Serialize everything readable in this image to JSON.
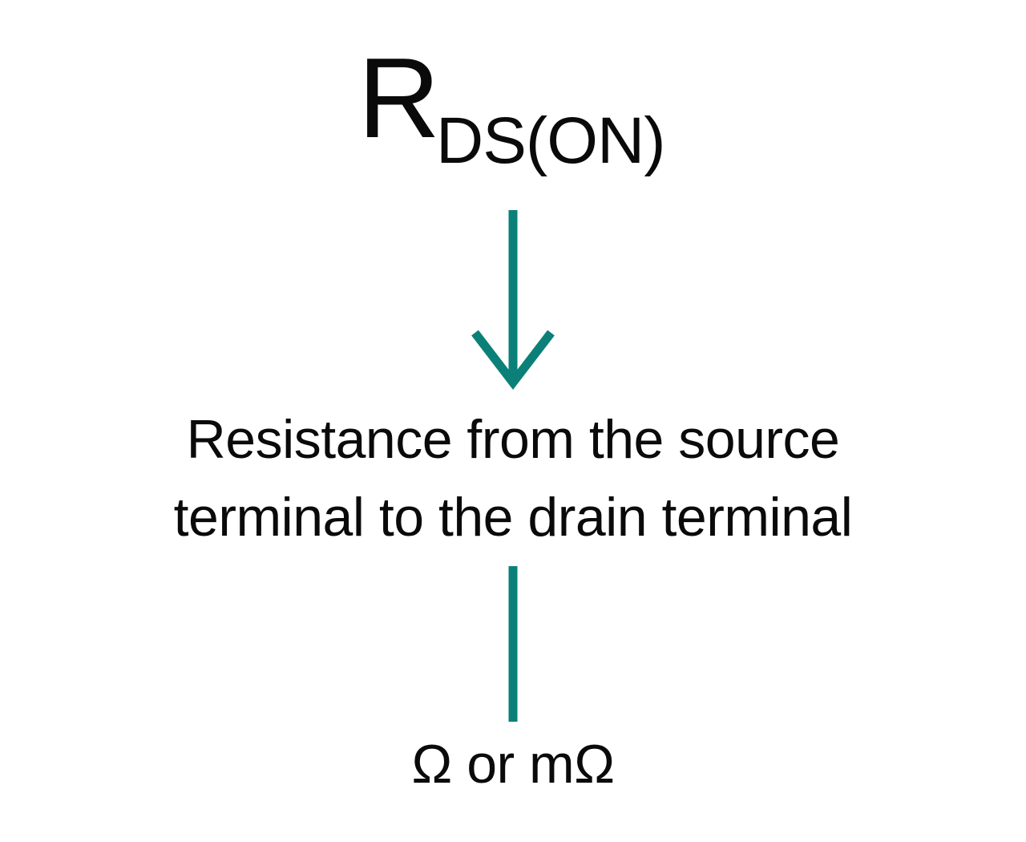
{
  "background_color": "#ffffff",
  "accent_color": "#0b8078",
  "text_color": "#0a0a0a",
  "title": {
    "symbol": "R",
    "subscript": "DS(ON)"
  },
  "arrow": {
    "icon_name": "down-arrow-icon",
    "color": "#0b8078",
    "direction": "down",
    "head_style": "chevron"
  },
  "description": {
    "line1": "Resistance from the source",
    "line2": "terminal to the drain terminal",
    "full_text": "Resistance from the source terminal to the drain terminal"
  },
  "connector": {
    "icon_name": "vertical-line-icon",
    "color": "#0b8078"
  },
  "units": {
    "text": "Ω or mΩ"
  }
}
